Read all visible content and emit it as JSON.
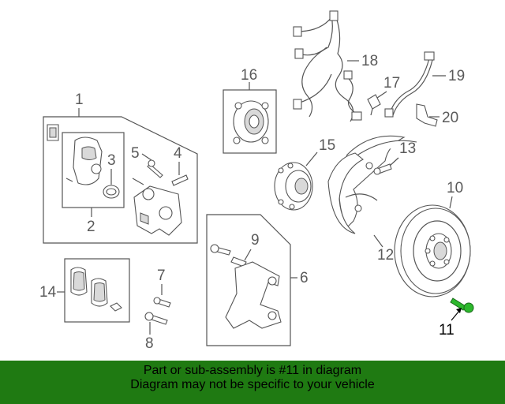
{
  "callouts": {
    "c1": "1",
    "c2": "2",
    "c3": "3",
    "c4": "4",
    "c5": "5",
    "c6": "6",
    "c7": "7",
    "c8": "8",
    "c9": "9",
    "c10": "10",
    "c11": "11",
    "c12": "12",
    "c13": "13",
    "c14": "14",
    "c15": "15",
    "c16": "16",
    "c17": "17",
    "c18": "18",
    "c19": "19",
    "c20": "20"
  },
  "highlight_color": "#2db82d",
  "banner": {
    "line1": "Part or sub-assembly is #11 in diagram",
    "line2": "Diagram may not be specific to your vehicle",
    "background": "#1f7a12"
  }
}
